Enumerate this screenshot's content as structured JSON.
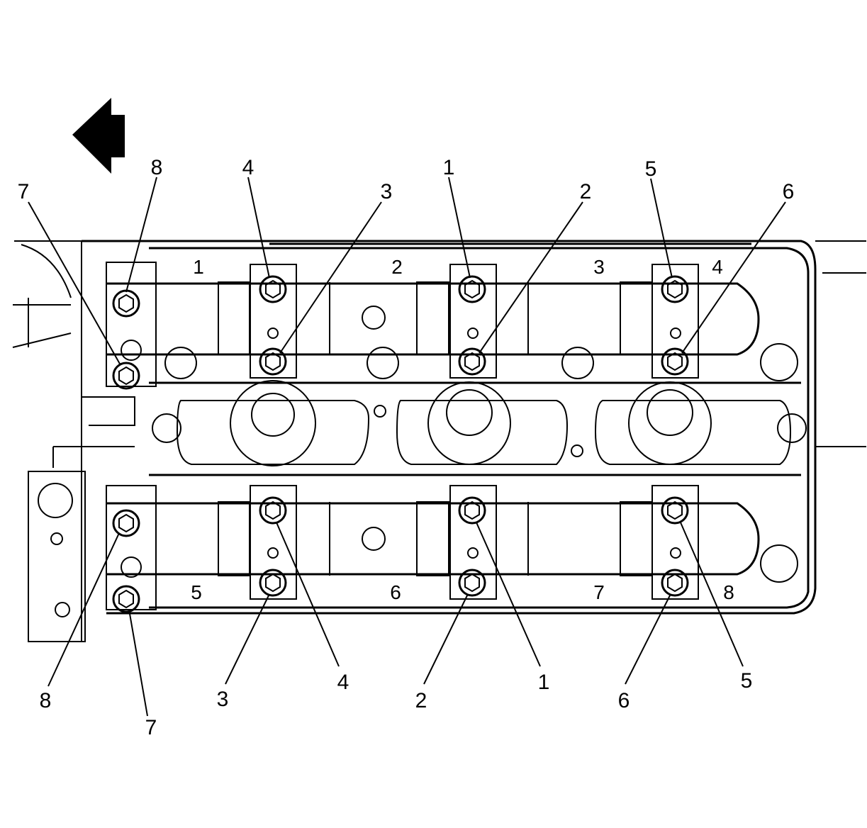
{
  "diagram": {
    "upper_callouts": [
      "8",
      "7",
      "4",
      "3",
      "1",
      "2",
      "5",
      "6"
    ],
    "lower_callouts": [
      "8",
      "7",
      "3",
      "4",
      "2",
      "1",
      "6",
      "5"
    ],
    "upper_journal_labels": [
      "1",
      "2",
      "3",
      "4"
    ],
    "lower_journal_labels": [
      "5",
      "6",
      "7",
      "8"
    ],
    "direction_icon": "arrow-left-icon"
  }
}
